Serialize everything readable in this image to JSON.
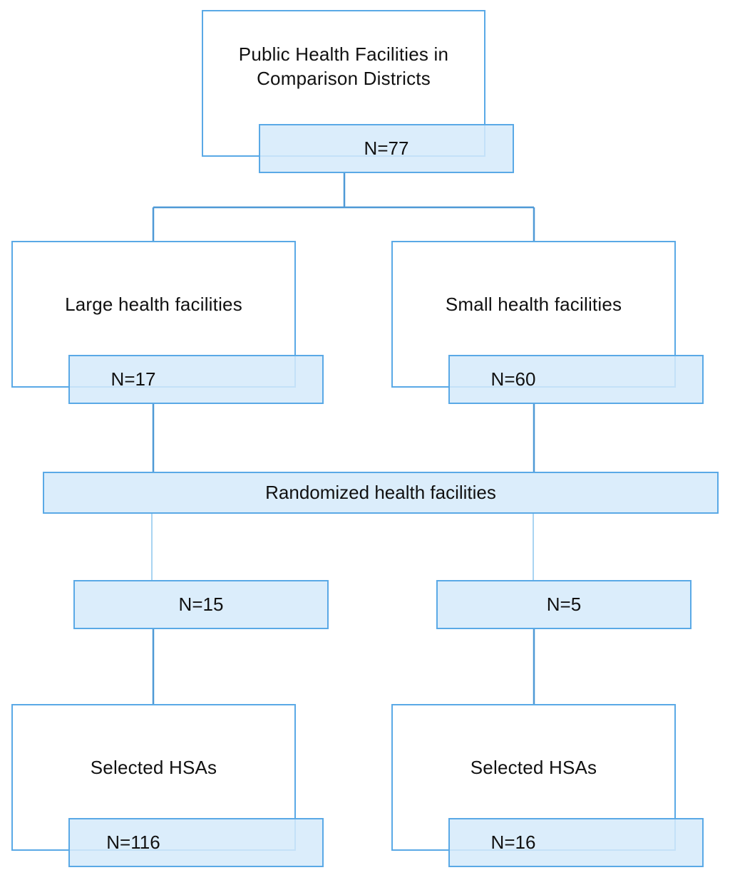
{
  "top": {
    "title": "Public Health Facilities in Comparison Districts",
    "count": "N=77"
  },
  "large": {
    "label": "Large health facilities",
    "count": "N=17"
  },
  "small": {
    "label": "Small health facilities",
    "count": "N=60"
  },
  "randomized": {
    "label": "Randomized health facilities"
  },
  "selection": {
    "left_count": "N=15",
    "right_count": "N=5"
  },
  "hsas": {
    "left_label": "Selected HSAs",
    "left_count": "N=116",
    "right_label": "Selected HSAs",
    "right_count": "N=16"
  },
  "colors": {
    "border": "#5aa9e6",
    "fill": "#d5eafa",
    "line": "#4f99d6"
  }
}
